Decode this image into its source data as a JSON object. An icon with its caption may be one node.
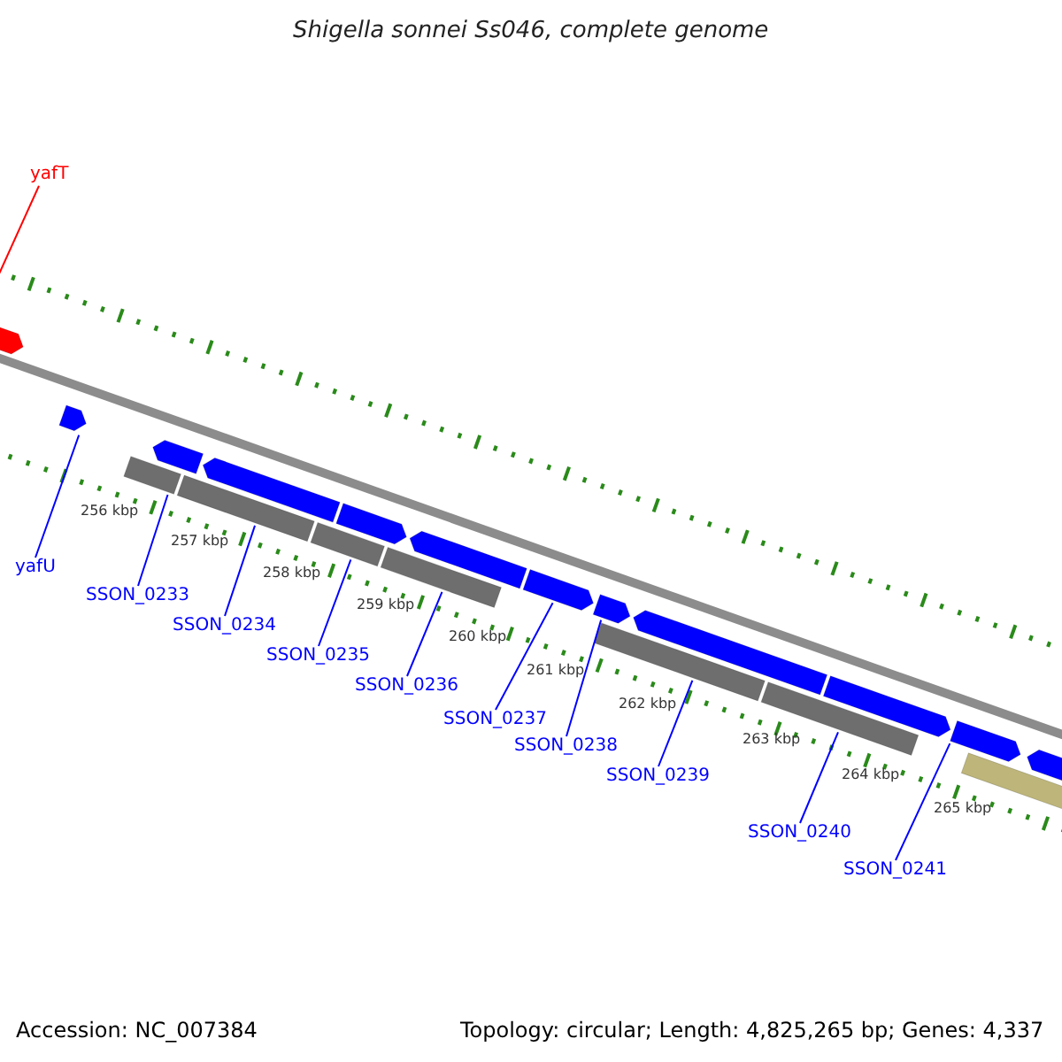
{
  "diagram": {
    "title": "Shigella sonnei Ss046, complete genome",
    "nodes": [
      {
        "text": [
          "yafT"
        ]
      },
      {
        "text": [
          "yafU"
        ]
      },
      {
        "text": [
          "SSON_0233"
        ]
      },
      {
        "text": [
          "SSON_0234"
        ]
      },
      {
        "text": [
          "SSON_0235"
        ]
      },
      {
        "text": [
          "SSON_0236"
        ]
      },
      {
        "text": [
          "SSON_0237"
        ]
      },
      {
        "text": [
          "SSON_0238"
        ]
      },
      {
        "text": [
          "SSON_0239"
        ]
      },
      {
        "text": [
          "SSON_0240"
        ]
      },
      {
        "text": [
          "SSON_0241"
        ]
      },
      {
        "text": [],
        "shape": "box"
      },
      {
        "text": [],
        "shape": "box"
      },
      {
        "text": [],
        "shape": "box"
      },
      {
        "text": [],
        "shape": "box"
      },
      {
        "text": [],
        "shape": "box"
      },
      {
        "text": [],
        "shape": "box"
      },
      {
        "text": [],
        "shape": "box"
      },
      {
        "text": [],
        "shape": "box"
      },
      {
        "text": [],
        "shape": "box"
      },
      {
        "text": [],
        "shape": "box"
      },
      {
        "text": [],
        "shape": "box"
      },
      {
        "text": [],
        "shape": "box"
      },
      {
        "text": [],
        "shape": "box"
      },
      {
        "text": [],
        "shape": "box"
      },
      {
        "text": [],
        "shape": "box"
      },
      {
        "text": [],
        "shape": "box"
      },
      {
        "text": [],
        "shape": "box"
      },
      {
        "text": [],
        "shape": "box"
      },
      {
        "text": [],
        "shape": "box"
      }
    ],
    "edges": [
      {
        "from": 0,
        "to": 11,
        "arrow": "none",
        "color": "#ff0000"
      },
      {
        "from": 1,
        "to": 12,
        "arrow": "none"
      },
      {
        "from": 2,
        "to": 13,
        "arrow": "none"
      },
      {
        "from": 3,
        "to": 14,
        "arrow": "none"
      },
      {
        "from": 4,
        "to": 15,
        "arrow": "none"
      },
      {
        "from": 5,
        "to": 16,
        "arrow": "none"
      },
      {
        "from": 6,
        "to": 17,
        "arrow": "none"
      },
      {
        "from": 7,
        "to": 18,
        "arrow": "none"
      },
      {
        "from": 8,
        "to": 19,
        "arrow": "none"
      },
      {
        "from": 9,
        "to": 20,
        "arrow": "none"
      },
      {
        "from": 10,
        "to": 21,
        "arrow": "none"
      }
    ],
    "labels": [
      "256 kbp",
      "257 kbp",
      "258 kbp",
      "259 kbp",
      "260 kbp",
      "261 kbp",
      "262 kbp",
      "263 kbp",
      "264 kbp",
      "265 kbp",
      "Accession: NC_007384",
      "Topology: circular; Length: 4,825,265 bp; Genes: 4,337"
    ]
  }
}
